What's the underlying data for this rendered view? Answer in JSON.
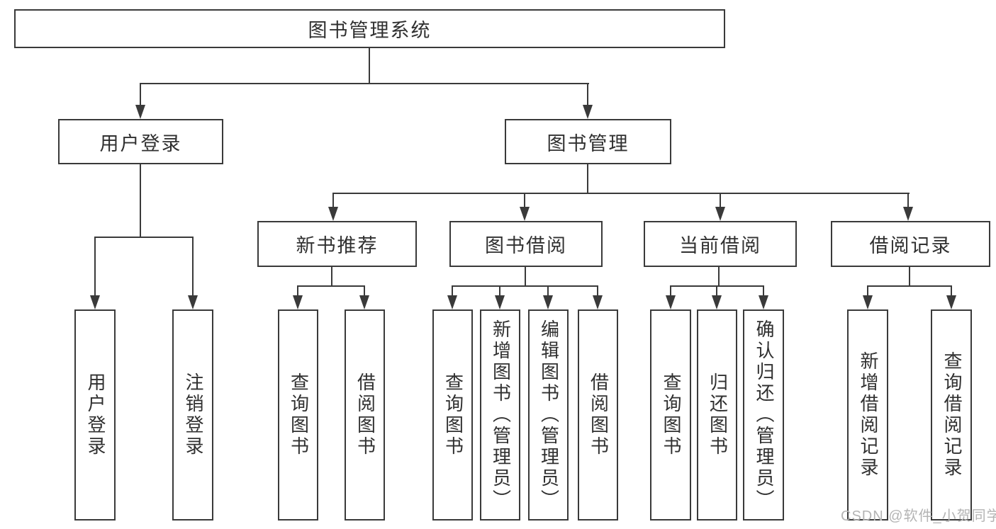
{
  "diagram": {
    "root": "图书管理系统",
    "login": {
      "label": "用户登录",
      "children": [
        "用户登录",
        "注销登录"
      ]
    },
    "manage": {
      "label": "图书管理",
      "sections": [
        {
          "label": "新书推荐",
          "children": [
            "查询图书",
            "借阅图书"
          ]
        },
        {
          "label": "图书借阅",
          "children": [
            "查询图书",
            "新增图书（管理员）",
            "编辑图书（管理员）",
            "借阅图书"
          ]
        },
        {
          "label": "当前借阅",
          "children": [
            "查询图书",
            "归还图书",
            "确认归还（管理员）"
          ]
        },
        {
          "label": "借阅记录",
          "children": [
            "新增借阅记录",
            "查询借阅记录"
          ]
        }
      ]
    }
  },
  "watermark": "CSDN @软件_小贺同学",
  "colors": {
    "line": "#3a3a3a",
    "text": "#303030",
    "watermark": "#b4b4b4",
    "background": "#ffffff"
  }
}
